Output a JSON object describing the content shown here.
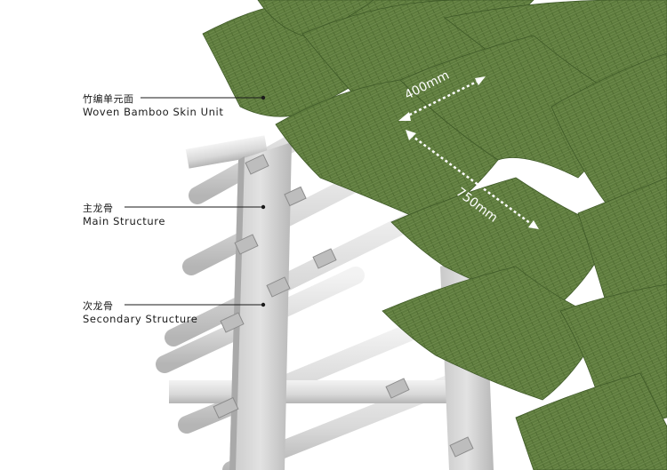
{
  "callouts": {
    "skin": {
      "zh": "竹编单元面",
      "en": "Woven Bamboo Skin Unit"
    },
    "main": {
      "zh": "主龙骨",
      "en": "Main Structure"
    },
    "secondary": {
      "zh": "次龙骨",
      "en": "Secondary Structure"
    }
  },
  "dimensions": {
    "width": "400mm",
    "length": "750mm"
  },
  "colors": {
    "panel": "#5c7a3c",
    "panel_dark": "#4a6630",
    "panel_light": "#7b9656",
    "frame": "#d4d4d4",
    "frame_shadow": "#a9a9a9",
    "dim_line": "#ffffff",
    "leader": "#1a1a1a"
  }
}
